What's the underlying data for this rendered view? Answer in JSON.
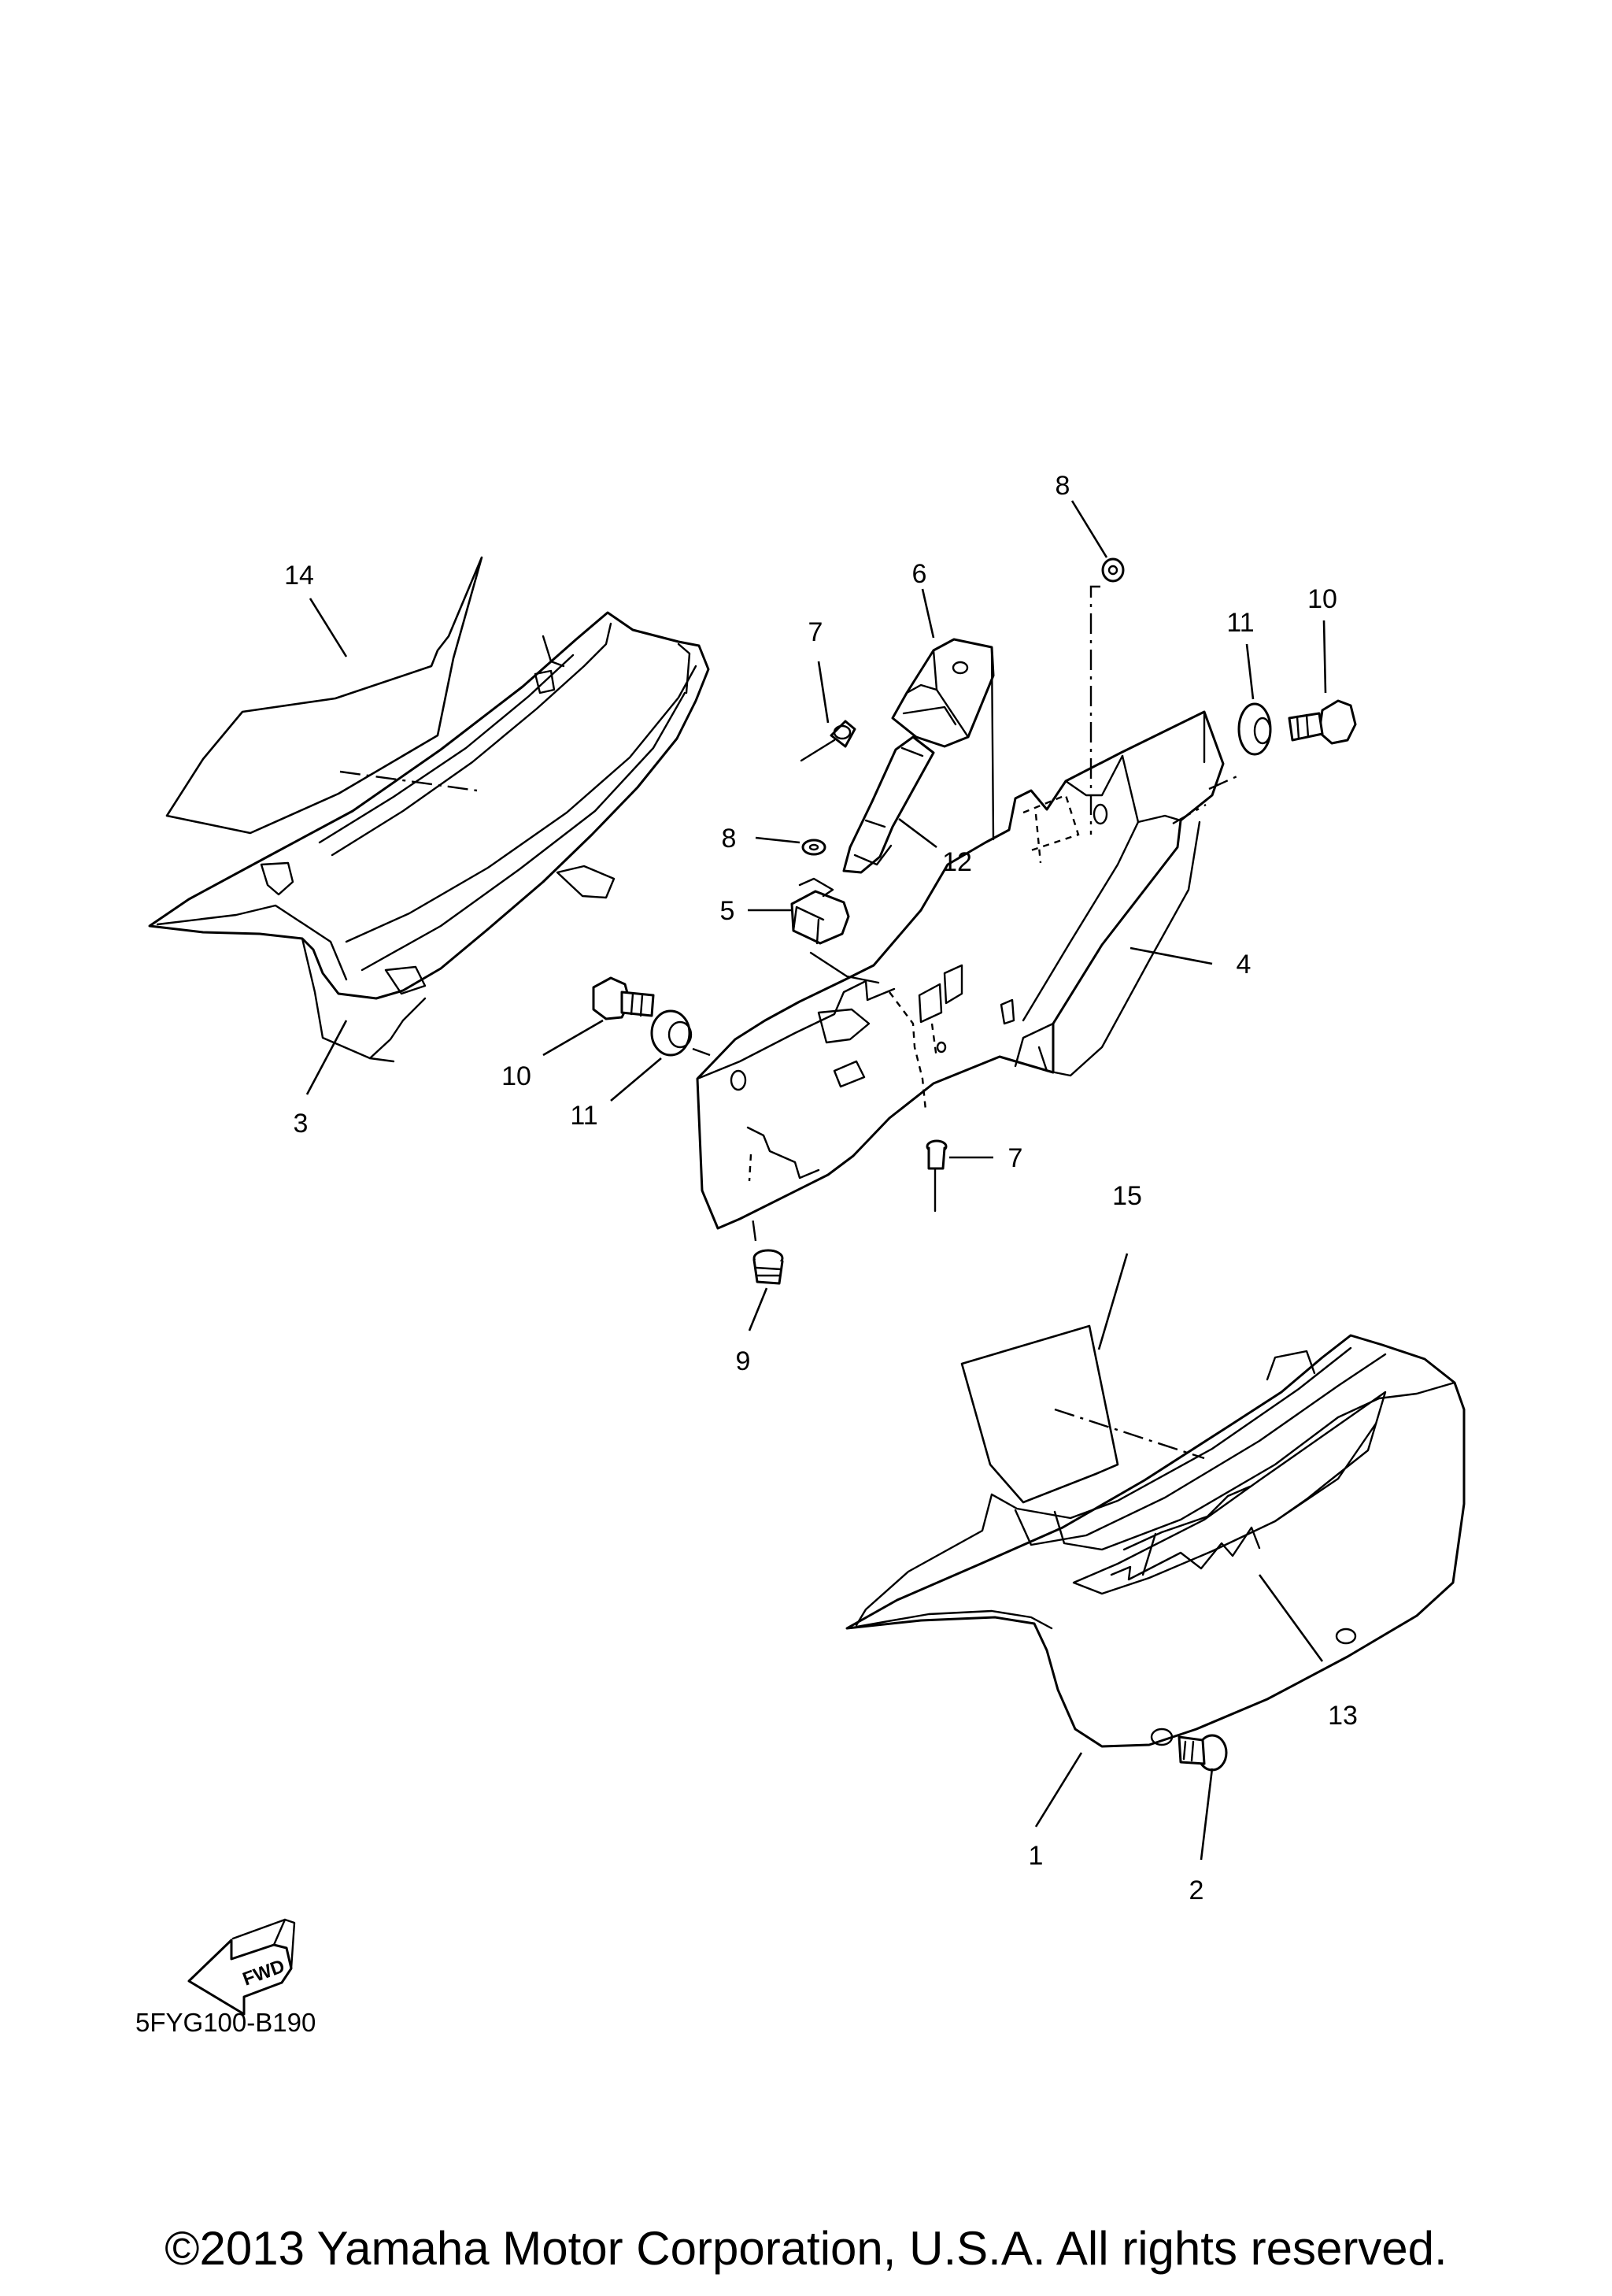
{
  "diagram": {
    "callouts": [
      {
        "id": "c1",
        "label": "1"
      },
      {
        "id": "c2",
        "label": "2"
      },
      {
        "id": "c3",
        "label": "3"
      },
      {
        "id": "c4",
        "label": "4"
      },
      {
        "id": "c5",
        "label": "5"
      },
      {
        "id": "c6",
        "label": "6"
      },
      {
        "id": "c7a",
        "label": "7"
      },
      {
        "id": "c7b",
        "label": "7"
      },
      {
        "id": "c8a",
        "label": "8"
      },
      {
        "id": "c8b",
        "label": "8"
      },
      {
        "id": "c9",
        "label": "9"
      },
      {
        "id": "c10a",
        "label": "10"
      },
      {
        "id": "c10b",
        "label": "10"
      },
      {
        "id": "c11a",
        "label": "11"
      },
      {
        "id": "c11b",
        "label": "11"
      },
      {
        "id": "c12",
        "label": "12"
      },
      {
        "id": "c13",
        "label": "13"
      },
      {
        "id": "c14",
        "label": "14"
      },
      {
        "id": "c15",
        "label": "15"
      }
    ],
    "fwd_label": "FWD",
    "code": "5FYG100-B190"
  },
  "footer": {
    "copyright": "©2013 Yamaha Motor Corporation, U.S.A. All rights reserved."
  }
}
